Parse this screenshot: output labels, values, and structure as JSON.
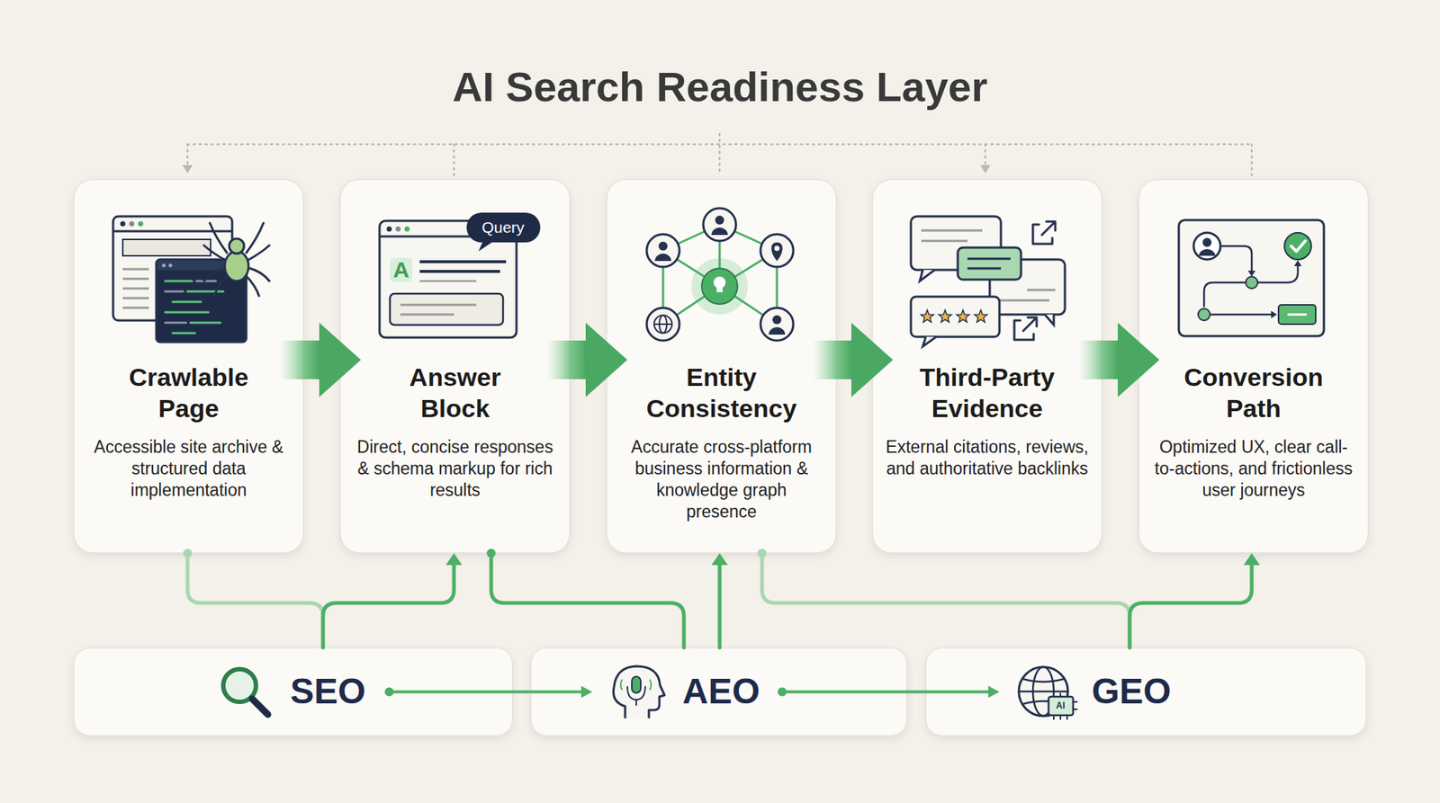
{
  "diagram": {
    "title": "AI Search Readiness Layer",
    "nodes": [
      {
        "text": [
          "Crawlable Page",
          "Accessible site archive & structured data implementation"
        ]
      },
      {
        "text": [
          "Answer Block",
          "Direct, concise responses & schema markup for rich results"
        ]
      },
      {
        "text": [
          "Entity Consistency",
          "Accurate cross-platform business information & knowledge graph presence"
        ]
      },
      {
        "text": [
          "Third-Party Evidence",
          "External citations, reviews, and authoritative backlinks"
        ]
      },
      {
        "text": [
          "Conversion Path",
          "Optimized UX, clear call-to-actions, and frictionless user journeys"
        ]
      },
      {
        "text": [
          "SEO"
        ]
      },
      {
        "text": [
          "AEO"
        ]
      },
      {
        "text": [
          "GEO"
        ]
      }
    ],
    "edges": [
      {
        "from": 0,
        "to": 1,
        "arrow": "to"
      },
      {
        "from": 1,
        "to": 2,
        "arrow": "to"
      },
      {
        "from": 2,
        "to": 3,
        "arrow": "to"
      },
      {
        "from": 3,
        "to": 4,
        "arrow": "to"
      },
      {
        "from": 5,
        "to": 6,
        "arrow": "to"
      },
      {
        "from": 6,
        "to": 7,
        "arrow": "to"
      },
      {
        "from": 0,
        "to": 5,
        "arrow": "none"
      },
      {
        "from": 5,
        "to": 1,
        "arrow": "to"
      },
      {
        "from": 1,
        "to": 6,
        "arrow": "none"
      },
      {
        "from": 6,
        "to": 2,
        "arrow": "to"
      },
      {
        "from": 2,
        "to": 7,
        "arrow": "none"
      },
      {
        "from": 7,
        "to": 4,
        "arrow": "to"
      }
    ],
    "labels": [
      "Query",
      "A",
      "AI"
    ]
  }
}
